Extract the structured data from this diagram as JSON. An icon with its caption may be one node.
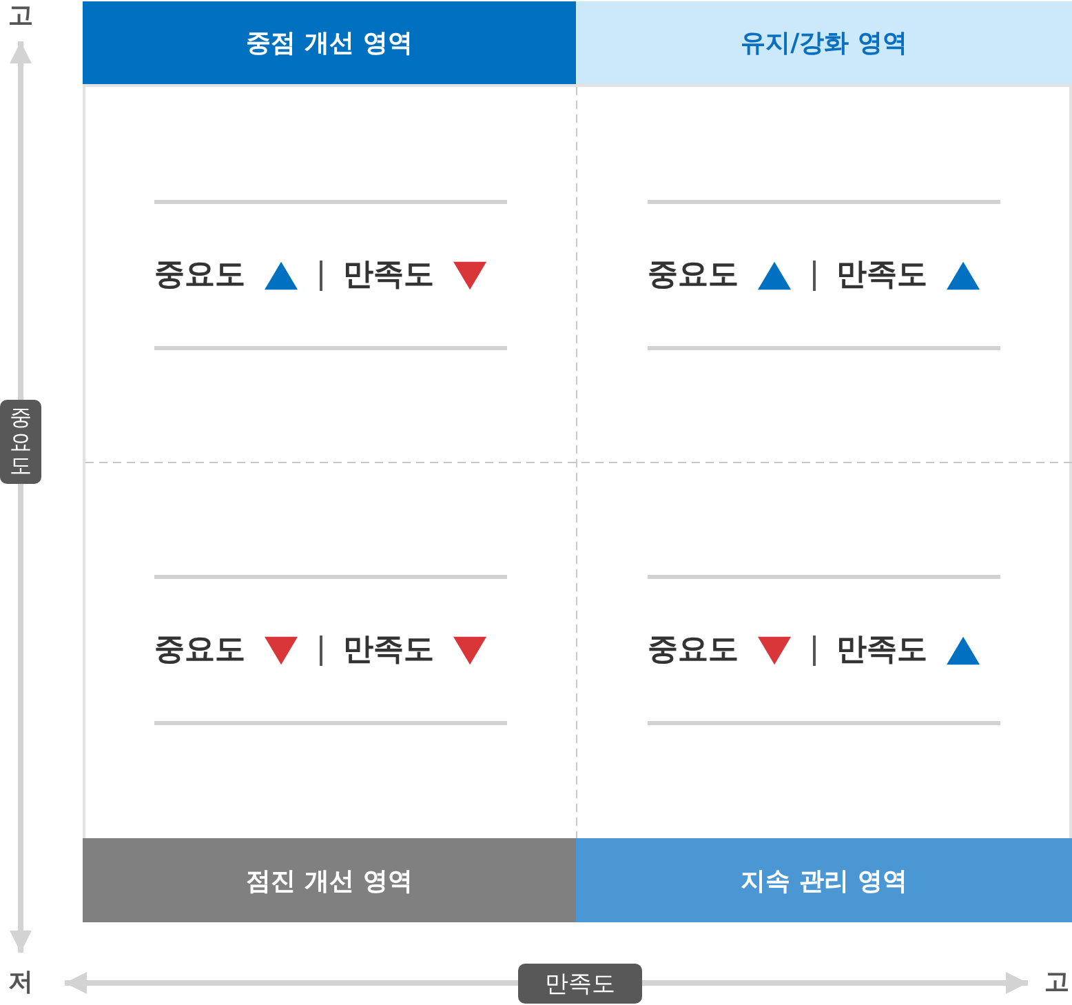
{
  "diagram": {
    "nodes": [
      {
        "text": [
          "중점 개선 영역"
        ]
      },
      {
        "text": [
          "유지/강화 영역"
        ]
      },
      {
        "text": [
          "중요도",
          "만족도"
        ]
      },
      {
        "text": [
          "중요도",
          "만족도"
        ]
      },
      {
        "text": [
          "중요도",
          "만족도"
        ]
      },
      {
        "text": [
          "중요도",
          "만족도"
        ]
      },
      {
        "text": [
          "점진 개선 영역"
        ]
      },
      {
        "text": [
          "지속 관리 영역"
        ]
      }
    ],
    "labels": [
      "고",
      "중요도",
      "저",
      "만족도",
      "고"
    ]
  }
}
